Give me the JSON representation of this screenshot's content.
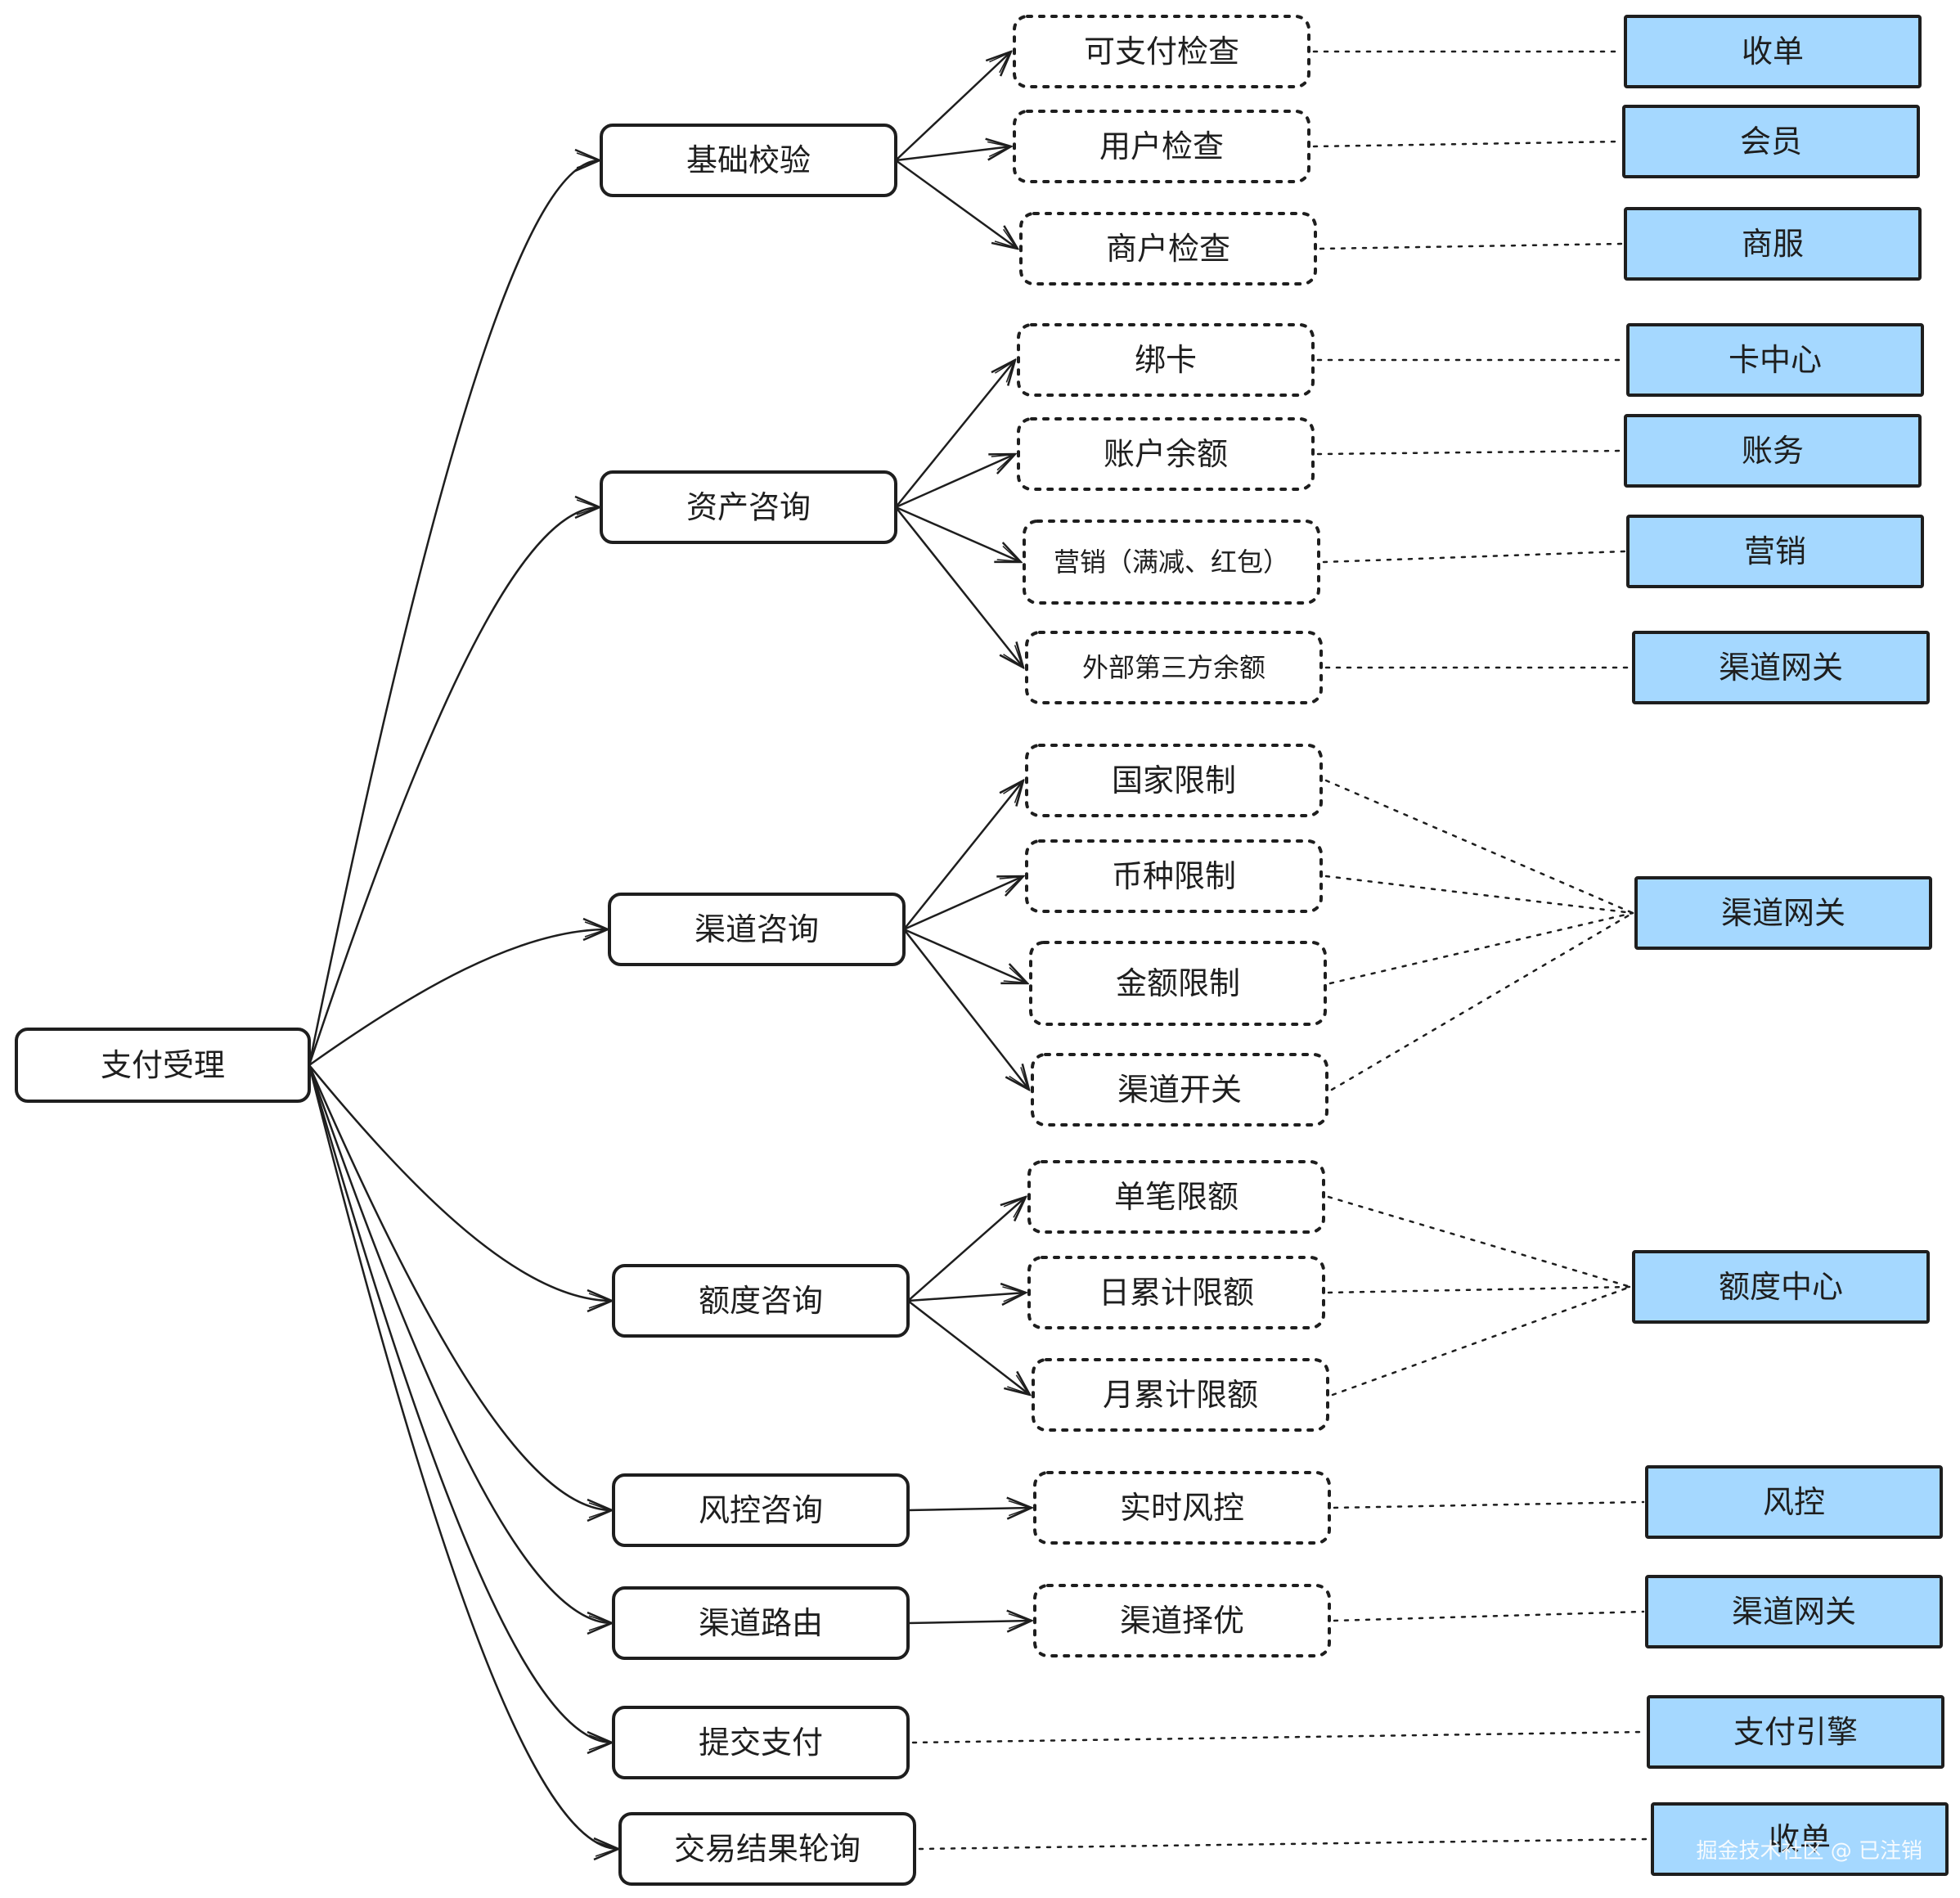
{
  "root": {
    "label": "支付受理"
  },
  "groups": [
    {
      "label": "基础校验",
      "items": [
        "可支付检查",
        "用户检查",
        "商户检查"
      ]
    },
    {
      "label": "资产咨询",
      "items": [
        "绑卡",
        "账户余额",
        "营销（满减、红包）",
        "外部第三方余额"
      ]
    },
    {
      "label": "渠道咨询",
      "items": [
        "国家限制",
        "币种限制",
        "金额限制",
        "渠道开关"
      ]
    },
    {
      "label": "额度咨询",
      "items": [
        "单笔限额",
        "日累计限额",
        "月累计限额"
      ]
    },
    {
      "label": "风控咨询",
      "items": [
        "实时风控"
      ]
    },
    {
      "label": "渠道路由",
      "items": [
        "渠道择优"
      ]
    },
    {
      "label": "提交支付",
      "items": []
    },
    {
      "label": "交易结果轮询",
      "items": []
    }
  ],
  "services": [
    "收单",
    "会员",
    "商服",
    "卡中心",
    "账务",
    "营销",
    "渠道网关",
    "渠道网关",
    "额度中心",
    "风控",
    "渠道网关",
    "支付引擎",
    "收单"
  ],
  "watermark": "掘金技术社区 @ 已注销",
  "colors": {
    "service_fill": "#a5d8ff",
    "stroke": "#1e1e1e",
    "background": "#ffffff"
  }
}
